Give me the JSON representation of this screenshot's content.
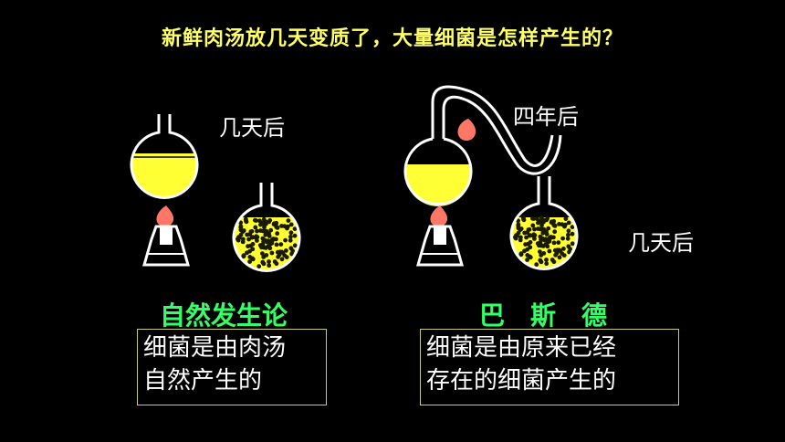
{
  "slide": {
    "title": "新鲜肉汤放几天变质了，大量细菌是怎样产生的？",
    "left": {
      "label_top": "几天后",
      "theory_title": "自然发生论",
      "explanation": [
        "细菌是由肉汤",
        "自然产生的"
      ]
    },
    "right": {
      "label_top": "四年后",
      "label_side": "几天后",
      "theory_title": "巴　斯　德",
      "explanation": [
        "细菌是由原来已经",
        "存在的细菌产生的"
      ]
    }
  },
  "colors": {
    "background": "#000000",
    "title": "#ffff66",
    "theory_title": "#33ff66",
    "broth": "#ffff33",
    "flame": "#ff7766",
    "box_border": "#cccc66"
  },
  "icons": [
    "flask-icon",
    "flame-icon",
    "alcohol-lamp-icon",
    "swan-neck-flask-icon",
    "bacteria-dots"
  ]
}
